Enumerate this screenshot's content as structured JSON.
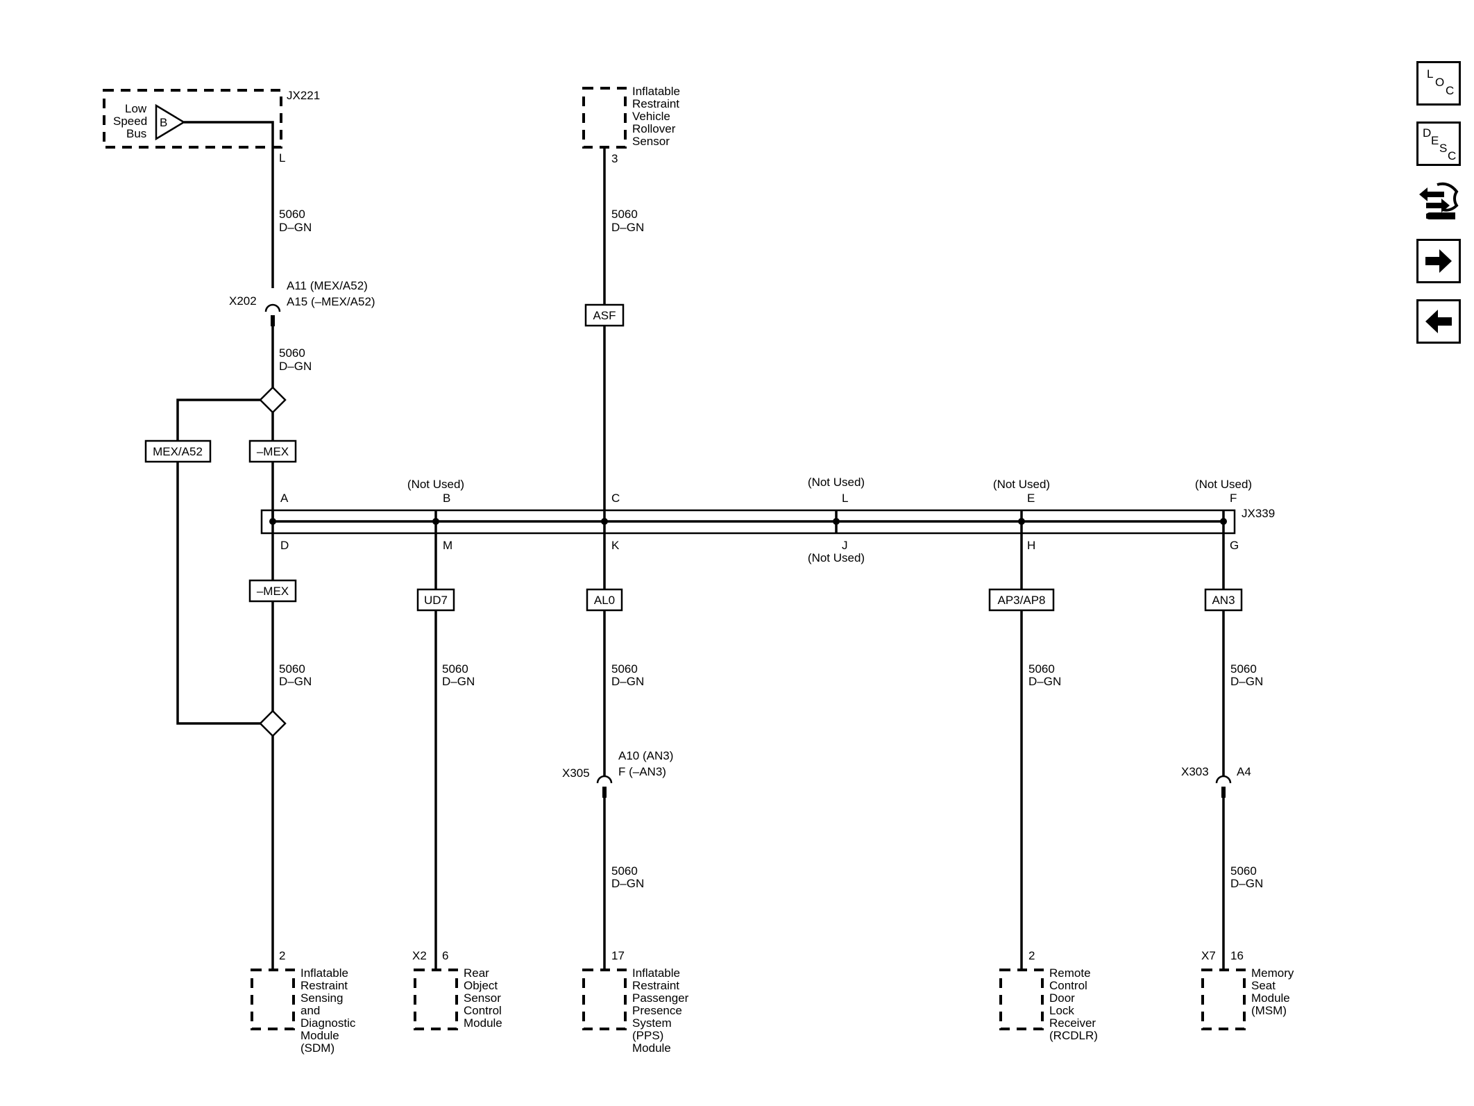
{
  "nav": {
    "loc": [
      "L",
      "O",
      "C"
    ],
    "desc": [
      "D",
      "E",
      "S",
      "C"
    ],
    "icons": [
      "loc-icon",
      "desc-icon",
      "connector-wrench-icon",
      "arrow-right-icon",
      "arrow-left-icon"
    ]
  },
  "top_left": {
    "connector": "JX221",
    "bus_text": [
      "Low",
      "Speed",
      "Bus"
    ],
    "bus_pin": "B",
    "pin": "L",
    "wire1": [
      "5060",
      "D–GN"
    ],
    "inline_label": "X202",
    "inline_pins": [
      "A11 (MEX/A52)",
      "A15 (–MEX/A52)"
    ],
    "wire2": [
      "5060",
      "D–GN"
    ],
    "options": [
      "MEX/A52",
      "–MEX"
    ]
  },
  "rollover": {
    "text": [
      "Inflatable",
      "Restraint",
      "Vehicle",
      "Rollover",
      "Sensor"
    ],
    "pin": "3",
    "wire": [
      "5060",
      "D–GN"
    ],
    "option": "ASF"
  },
  "splice": {
    "name": "JX339",
    "not_used": "(Not Used)",
    "top_pins": [
      "A",
      "B",
      "C",
      "L",
      "E",
      "F"
    ],
    "bottom_pins": [
      "D",
      "M",
      "K",
      "J",
      "H",
      "G"
    ]
  },
  "branches": {
    "sdm": {
      "option": "–MEX",
      "wire": [
        "5060",
        "D–GN"
      ],
      "pin": "2",
      "text": [
        "Inflatable",
        "Restraint",
        "Sensing",
        "and",
        "Diagnostic",
        "Module",
        "(SDM)"
      ]
    },
    "rear": {
      "option": "UD7",
      "wire": [
        "5060",
        "D–GN"
      ],
      "conn": "X2",
      "pin": "6",
      "text": [
        "Rear",
        "Object",
        "Sensor",
        "Control",
        "Module"
      ]
    },
    "pps": {
      "option": "AL0",
      "wire": [
        "5060",
        "D–GN"
      ],
      "inline_label": "X305",
      "inline_pins": [
        "A10 (AN3)",
        "F (–AN3)"
      ],
      "wire2": [
        "5060",
        "D–GN"
      ],
      "pin": "17",
      "text": [
        "Inflatable",
        "Restraint",
        "Passenger",
        "Presence",
        "System",
        "(PPS)",
        "Module"
      ]
    },
    "rcdlr": {
      "option": "AP3/AP8",
      "wire": [
        "5060",
        "D–GN"
      ],
      "pin": "2",
      "text": [
        "Remote",
        "Control",
        "Door",
        "Lock",
        "Receiver",
        "(RCDLR)"
      ]
    },
    "msm": {
      "option": "AN3",
      "wire": [
        "5060",
        "D–GN"
      ],
      "inline_label": "X303",
      "inline_pin": "A4",
      "wire2": [
        "5060",
        "D–GN"
      ],
      "conn": "X7",
      "pin": "16",
      "text": [
        "Memory",
        "Seat",
        "Module",
        "(MSM)"
      ]
    }
  }
}
